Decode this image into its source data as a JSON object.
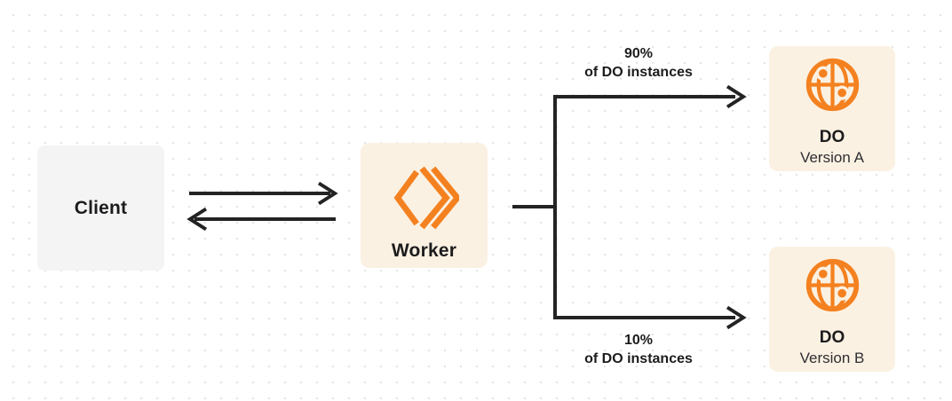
{
  "colors": {
    "accent_orange": "#F48120",
    "node_cream": "#FBF1E2",
    "node_gray": "#F4F4F5",
    "wire": "#232323",
    "text": "#1C1C1E",
    "grid_dot": "#E4E4E6"
  },
  "nodes": {
    "client": {
      "label": "Client"
    },
    "worker": {
      "label": "Worker",
      "icon": "workers-chevrons-icon"
    },
    "do_version_a": {
      "title": "DO",
      "subtitle": "Version A",
      "icon": "globe-icon"
    },
    "do_version_b": {
      "title": "DO",
      "subtitle": "Version B",
      "icon": "globe-icon"
    }
  },
  "edges": {
    "split_top": {
      "percent": "90%",
      "caption": "of DO instances"
    },
    "split_bottom": {
      "percent": "10%",
      "caption": "of DO instances"
    }
  }
}
